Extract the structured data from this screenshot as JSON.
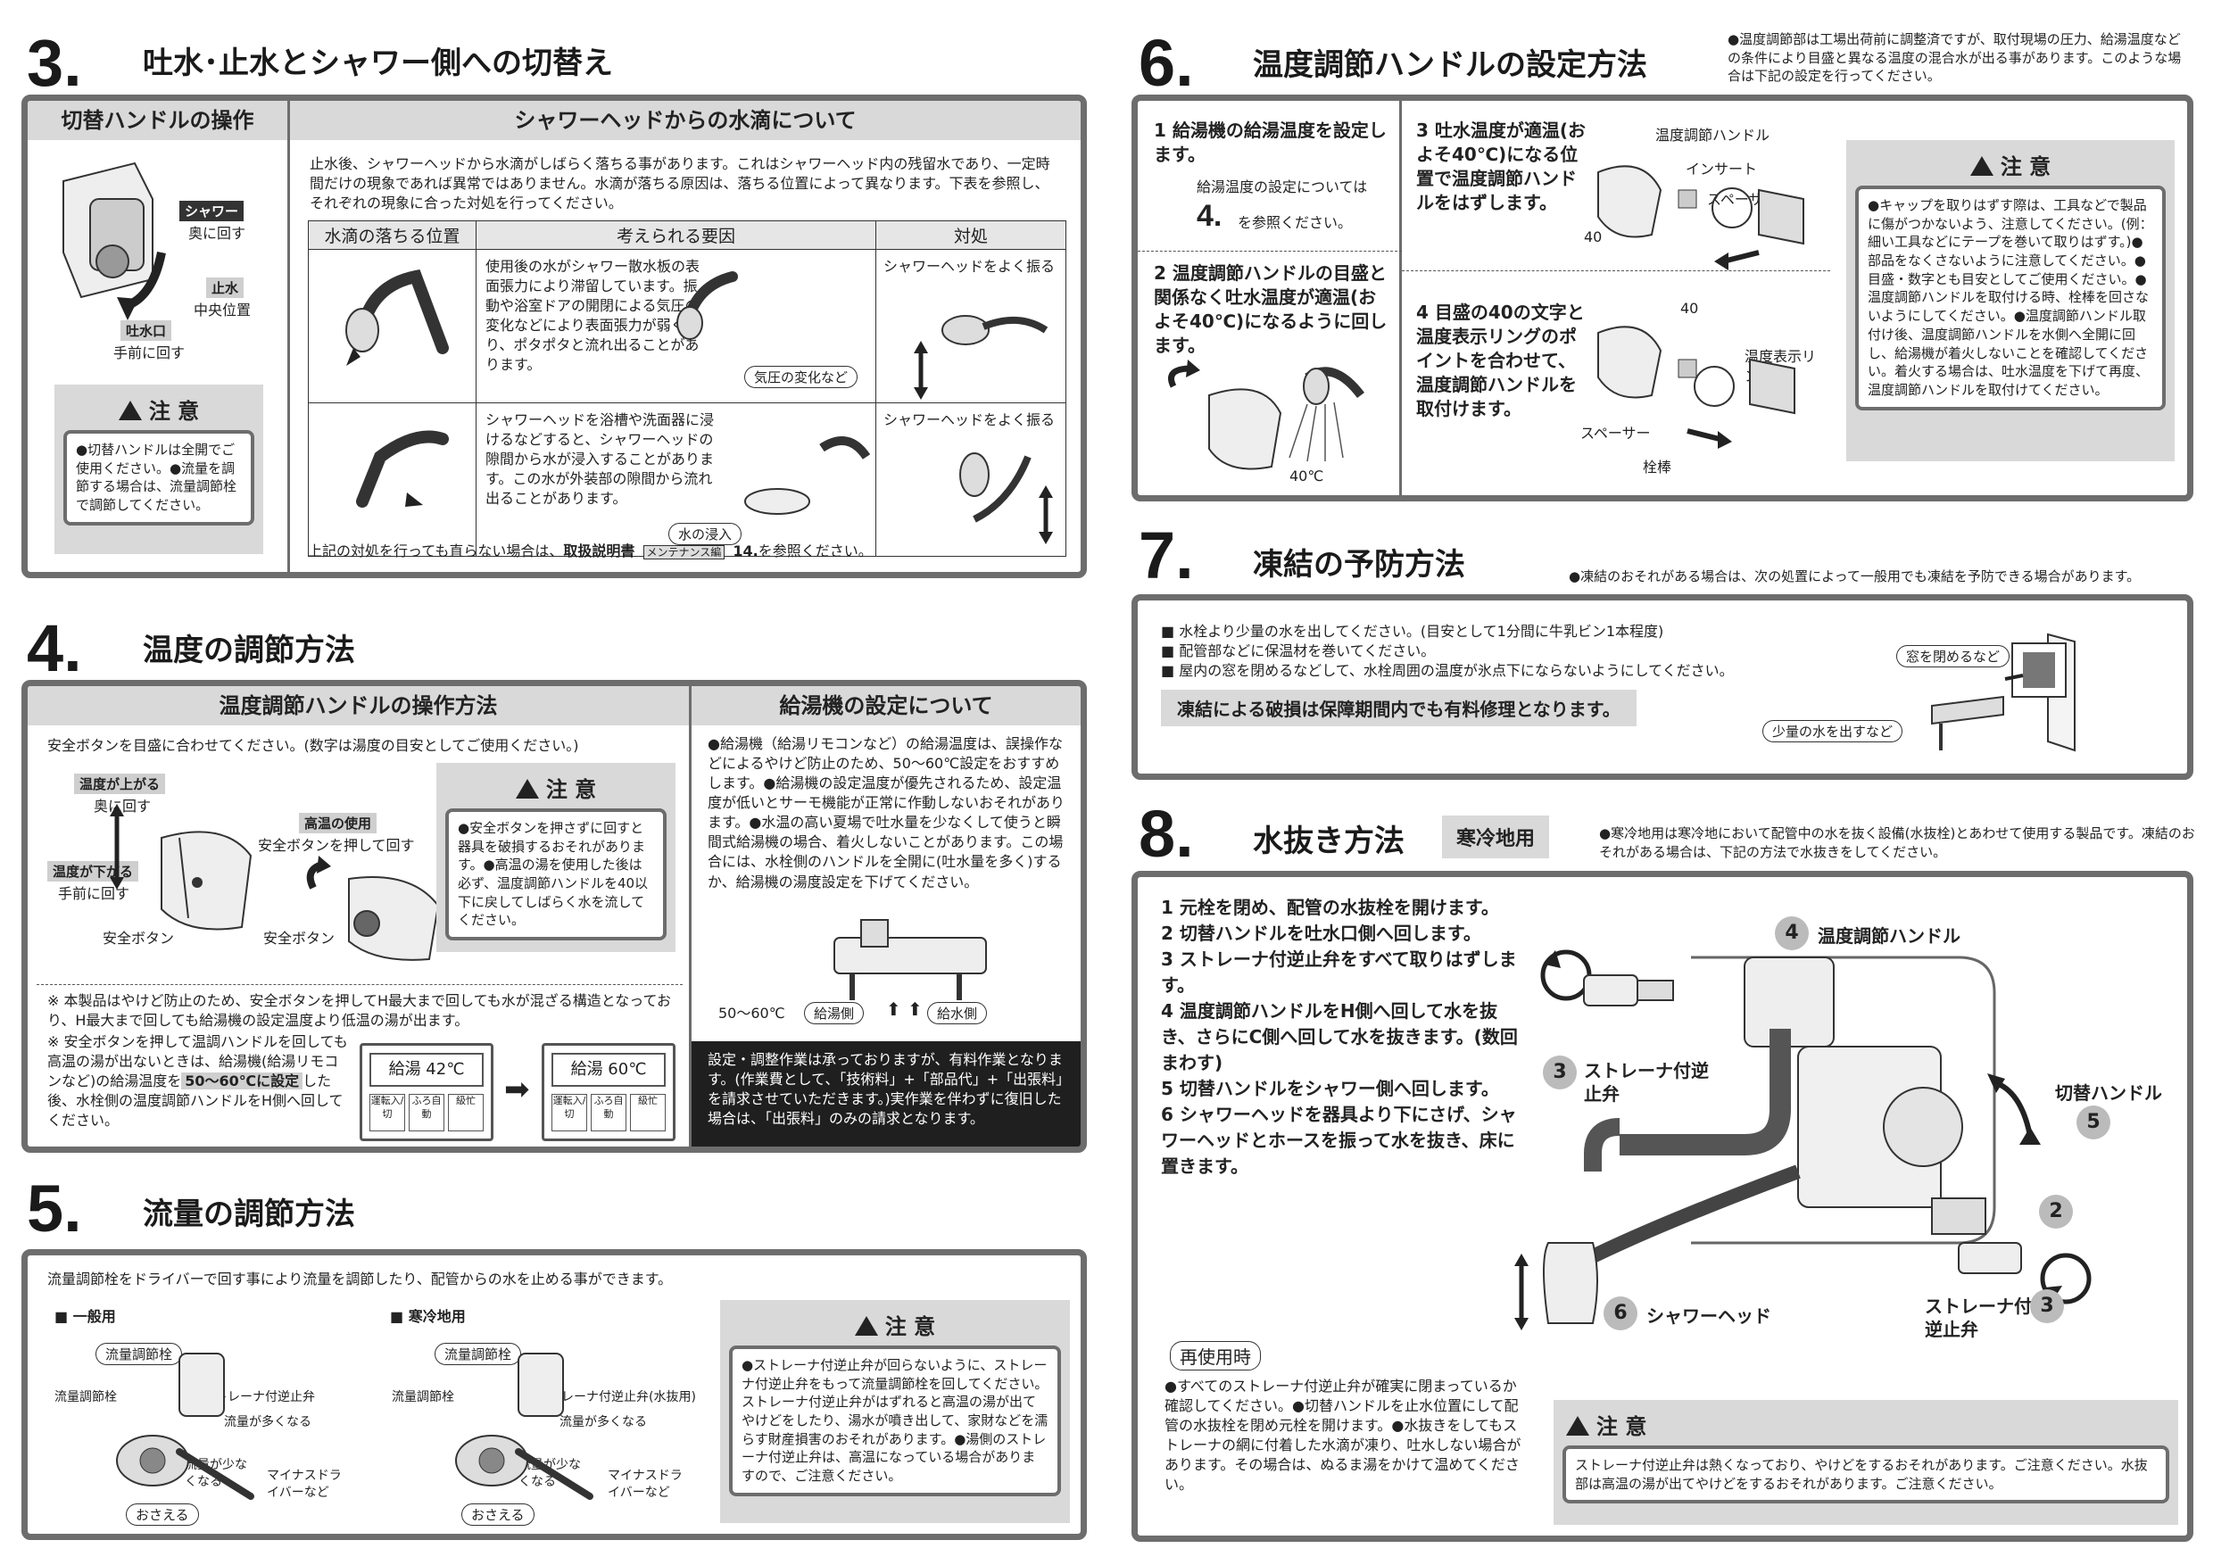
{
  "s3": {
    "num": "3.",
    "title": "吐水･止水とシャワー側への切替え",
    "left_header": "切替ハンドルの操作",
    "right_header": "シャワーヘッドからの水滴について",
    "shower_label": "シャワー",
    "shower_dir": "奥に回す",
    "stop_label": "止水",
    "stop_dir": "中央位置",
    "spout_label": "吐水口",
    "spout_dir": "手前に回す",
    "caution_title": "注 意",
    "caution_text": "●切替ハンドルは全開でご使用ください。●流量を調節する場合は、流量調節栓で調節してください。",
    "intro": "止水後、シャワーヘッドから水滴がしばらく落ちる事があります。これはシャワーヘッド内の残留水であり、一定時間だけの現象であれば異常ではありません。水滴が落ちる原因は、落ちる位置によって異なります。下表を参照し、それぞれの現象に合った対処を行ってください。",
    "table_headers": [
      "水滴の落ちる位置",
      "考えられる要因",
      "対処"
    ],
    "row1_cause": "使用後の水がシャワー散水板の表面張力により滞留しています。振動や浴室ドアの開閉による気圧の変化などにより表面張力が弱くなり、ポタポタと流れ出ることがあります。",
    "row1_tag": "気圧の変化など",
    "row1_fix": "シャワーヘッドをよく振る",
    "row2_cause": "シャワーヘッドを浴槽や洗面器に浸けるなどすると、シャワーヘッドの隙間から水が浸入することがあります。この水が外装部の隙間から流れ出ることがあります。",
    "row2_tag": "水の浸入",
    "row2_fix": "シャワーヘッドをよく振る",
    "footer_pre": "上記の対処を行っても直らない場合は、",
    "footer_bold": "取扱説明書",
    "footer_badge": "メンテナンス編",
    "footer_ref": "14.",
    "footer_post": "を参照ください。"
  },
  "s4": {
    "num": "4.",
    "title": "温度の調節方法",
    "left_header": "温度調節ハンドルの操作方法",
    "right_header": "給湯機の設定について",
    "intro": "安全ボタンを目盛に合わせてください。(数字は湯度の目安としてご使用ください。)",
    "up_label": "温度が上がる",
    "up_dir": "奥に回す",
    "down_label": "温度が下がる",
    "down_dir": "手前に回す",
    "safety_btn": "安全ボタン",
    "high_label": "高温の使用",
    "high_dir": "安全ボタンを押して回す",
    "safety_btn2": "安全ボタン",
    "caution_title": "注 意",
    "caution_text": "●安全ボタンを押さずに回すと器具を破損するおそれがあります。●高温の湯を使用した後は必ず、温度調節ハンドルを40以下に戻してしばらく水を流してください。",
    "note1": "※ 本製品はやけど防止のため、安全ボタンを押してH最大まで回しても水が混ざる構造となっており、H最大まで回しても給湯機の設定温度より低温の湯が出ます。",
    "note2a": "※ 安全ボタンを押して温調ハンドルを回しても高温の湯が出ないときは、給湯機(給湯リモコンなど)の給湯温度を",
    "note2_highlight": "50～60℃に設定",
    "note2b": "した後、水栓側の温度調節ハンドルをH側へ回してください。",
    "remote1_temp": "給湯 42℃",
    "remote2_temp": "給湯 60℃",
    "remote_btn1": "運転入/切",
    "remote_btn2": "ふろ自動",
    "remote_btn3": "級忙",
    "right_text": "●給湯機（給湯リモコンなど）の給湯温度は、誤操作などによるやけど防止のため、50～60℃設定をおすすめします。●給湯機の設定温度が優先されるため、設定温度が低いとサーモ機能が正常に作動しないおそれがあります。●水温の高い夏場で吐水量を少なくして使うと瞬間式給湯機の場合、着火しないことがあります。この場合には、水栓側のハンドルを全開に(吐水量を多く)するか、給湯機の湯度設定を下げてください。",
    "temp_range": "50～60℃",
    "hot_side": "給湯側",
    "cold_side": "給水側",
    "black_box": "設定・調整作業は承っておりますが、有料作業となります。(作業費として、「技術料」+「部品代」+「出張料」を請求させていただきます。)実作業を伴わずに復旧した場合は、「出張料」のみの請求となります。"
  },
  "s5": {
    "num": "5.",
    "title": "流量の調節方法",
    "intro": "流量調節栓をドライバーで回す事により流量を調節したり、配管からの水を止める事ができます。",
    "general": "■ 一般用",
    "cold": "■ 寒冷地用",
    "valve_tag": "流量調節栓",
    "valve_tag2": "流量調節栓",
    "valve": "流量調節栓",
    "valve2": "流量調節栓",
    "strainer": "ストレーナ付逆止弁",
    "strainer_drain": "ストレーナ付逆止弁(水抜用)",
    "more": "流量が多くなる",
    "more2": "流量が多くなる",
    "less": "流量が少なくなる",
    "less2": "流量が少なくなる",
    "driver": "マイナスドライバーなど",
    "driver2": "マイナスドライバーなど",
    "hold": "おさえる",
    "hold2": "おさえる",
    "caution_title": "注 意",
    "caution_text": "●ストレーナ付逆止弁が回らないように、ストレーナ付逆止弁をもって流量調節栓を回してください。ストレーナ付逆止弁がはずれると高温の湯が出てやけどをしたり、湯水が噴き出して、家財などを濡らす財産損害のおそれがあります。●湯側のストレーナ付逆止弁は、高温になっている場合がありますので、ご注意ください。"
  },
  "s6": {
    "num": "6.",
    "title": "温度調節ハンドルの設定方法",
    "note": "●温度調節部は工場出荷前に調整済ですが、取付現場の圧力、給湯温度などの条件により目盛と異なる温度の混合水が出る事があります。このような場合は下記の設定を行ってください。",
    "step1": "1  給湯機の給湯温度を設定します。",
    "step1_sub": "給湯温度の設定については",
    "step1_ref": "4.",
    "step1_ref_post": "を参照ください。",
    "step2": "2  温度調節ハンドルの目盛と関係なく吐水温度が適温(およそ40℃)になるように回します。",
    "temp40": "40℃",
    "step3": "3  吐水温度が適温(およそ40℃)になる位置で温度調節ハンドルをはずします。",
    "lbl_handle": "温度調節ハンドル",
    "lbl_insert": "インサート",
    "lbl_spacer": "スペーサー",
    "lbl_40a": "40",
    "step4": "4  目盛の40の文字と温度表示リングのポイントを合わせて、温度調節ハンドルを取付けます。",
    "lbl_40b": "40",
    "lbl_ring": "温度表示リング",
    "lbl_spacer2": "スペーサー",
    "lbl_stem": "栓棒",
    "caution_title": "注 意",
    "caution_text": "●キャップを取りはずす際は、工具などで製品に傷がつかないよう、注意してください。(例：細い工具などにテープを巻いて取りはずす。)●部品をなくさないように注意してください。●目盛・数字とも目安としてご使用ください。●温度調節ハンドルを取付ける時、栓棒を回さないようにしてください。●温度調節ハンドル取付け後、温度調節ハンドルを水側へ全開に回し、給湯機が着火しないことを確認してください。着火する場合は、吐水温度を下げて再度、温度調節ハンドルを取付けてください。"
  },
  "s7": {
    "num": "7.",
    "title": "凍結の予防方法",
    "note": "●凍結のおそれがある場合は、次の処置によって一般用でも凍結を予防できる場合があります。",
    "items": [
      "■ 水栓より少量の水を出してください。(目安として1分間に牛乳ビン1本程度)",
      "■ 配管部などに保温材を巻いてください。",
      "■ 屋内の窓を閉めるなどして、水栓周囲の温度が氷点下にならないようにしてください。"
    ],
    "warning": "凍結による破損は保障期間内でも有料修理となります。",
    "close_window": "窓を閉めるなど",
    "small_water": "少量の水を出すなど"
  },
  "s8": {
    "num": "8.",
    "title": "水抜き方法",
    "tag": "寒冷地用",
    "note": "●寒冷地用は寒冷地において配管中の水を抜く設備(水抜栓)とあわせて使用する製品です。凍結のおそれがある場合は、下記の方法で水抜きをしてください。",
    "steps": [
      "1   元栓を閉め、配管の水抜栓を開けます。",
      "2   切替ハンドルを吐水口側へ回します。",
      "3   ストレーナ付逆止弁をすべて取りはずします。",
      "4   温度調節ハンドルをH側へ回して水を抜き、さらにC側へ回して水を抜きます。(数回まわす)",
      "5   切替ハンドルをシャワー側へ回します。",
      "6   シャワーヘッドを器具より下にさげ、シャワーヘッドとホースを振って水を抜き、床に置きます。"
    ],
    "reuse": "再使用時",
    "reuse_text": "●すべてのストレーナ付逆止弁が確実に閉まっているか確認してください。●切替ハンドルを止水位置にして配管の水抜栓を閉め元栓を開けます。●水抜きをしてもストレーナの網に付着した水滴が凍り、吐水しない場合があります。その場合は、ぬるま湯をかけて温めてください。",
    "lbl_4": "4",
    "lbl_handle": "温度調節ハンドル",
    "lbl_3a": "3",
    "lbl_strainer_a": "ストレーナ付逆止弁",
    "lbl_switch": "切替ハンドル",
    "lbl_5": "5",
    "lbl_2": "2",
    "lbl_3b": "3",
    "lbl_strainer_b": "ストレーナ付逆止弁",
    "lbl_6": "6",
    "lbl_shower": "シャワーヘッド",
    "caution_title": "注 意",
    "caution_text": "ストレーナ付逆止弁は熱くなっており、やけどをするおそれがあります。ご注意ください。水抜部は高温の湯が出てやけどをするおそれがあります。ご注意ください。"
  }
}
